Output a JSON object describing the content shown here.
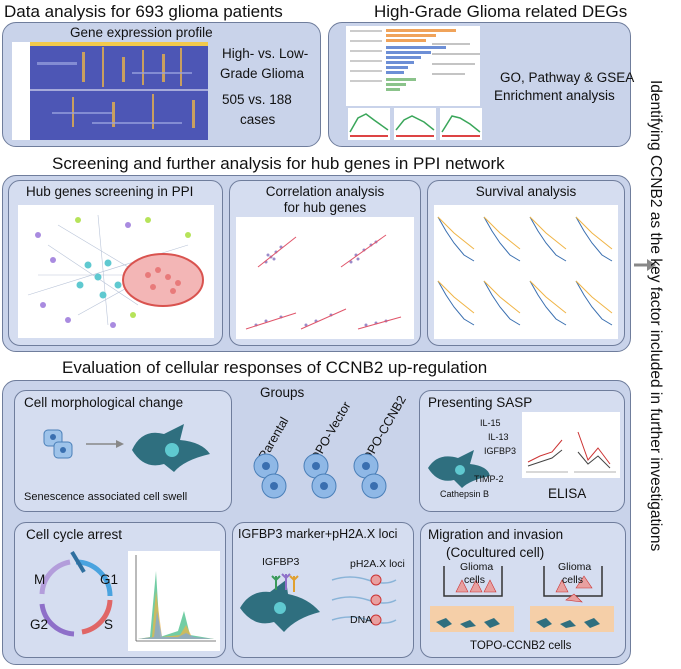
{
  "top_left": {
    "title": "Data analysis for 693 glioma patients",
    "subtitle": "Gene expression profile",
    "comparison_line1": "High- vs. Low-",
    "comparison_line2": "Grade Glioma",
    "counts_line1": "505 vs. 188",
    "counts_line2": "cases"
  },
  "top_right": {
    "title": "High-Grade Glioma related DEGs",
    "analysis_line1": "GO, Pathway & GSEA",
    "analysis_line2": "Enrichment analysis"
  },
  "middle": {
    "title": "Screening and further analysis for hub genes in PPI network",
    "hub_title": "Hub genes screening in PPI",
    "correlation_line1": "Correlation analysis",
    "correlation_line2": "for hub genes",
    "survival_title": "Survival analysis"
  },
  "bottom": {
    "title": "Evaluation of cellular responses of CCNB2 up-regulation",
    "groups_label": "Groups",
    "groups": [
      "Parental",
      "TOPO-Vector",
      "TOPO-CCNB2"
    ],
    "morph_title": "Cell morphological change",
    "morph_caption": "Senescence associated cell swell",
    "sasp_title": "Presenting SASP",
    "sasp_factors": [
      "IL-15",
      "IL-13",
      "IGFBP3",
      "TIMP-2",
      "Cathepsin B"
    ],
    "elisa_label": "ELISA",
    "cycle_title": "Cell cycle arrest",
    "cycle_phases": [
      "M",
      "G1",
      "S",
      "G2"
    ],
    "marker_title": "IGFBP3 marker+pH2A.X loci",
    "marker_igfbp3": "IGFBP3",
    "marker_loci": "pH2A.X loci",
    "marker_dna": "DNA",
    "migration_line1": "Migration and invasion",
    "migration_line2": "(Cocultured cell)",
    "glioma_label1": "Glioma",
    "glioma_label2": "cells",
    "topo_cells": "TOPO-CCNB2 cells"
  },
  "side_text": "Identifying CCNB2 as the key factor included in further investigations",
  "colors": {
    "panel_fill": "#c9d3ea",
    "panel_border": "#6f7d9c",
    "cell_teal": "#2f6f7f",
    "cell_blue": "#6fa3dc",
    "circle_red": "#d9534f"
  }
}
